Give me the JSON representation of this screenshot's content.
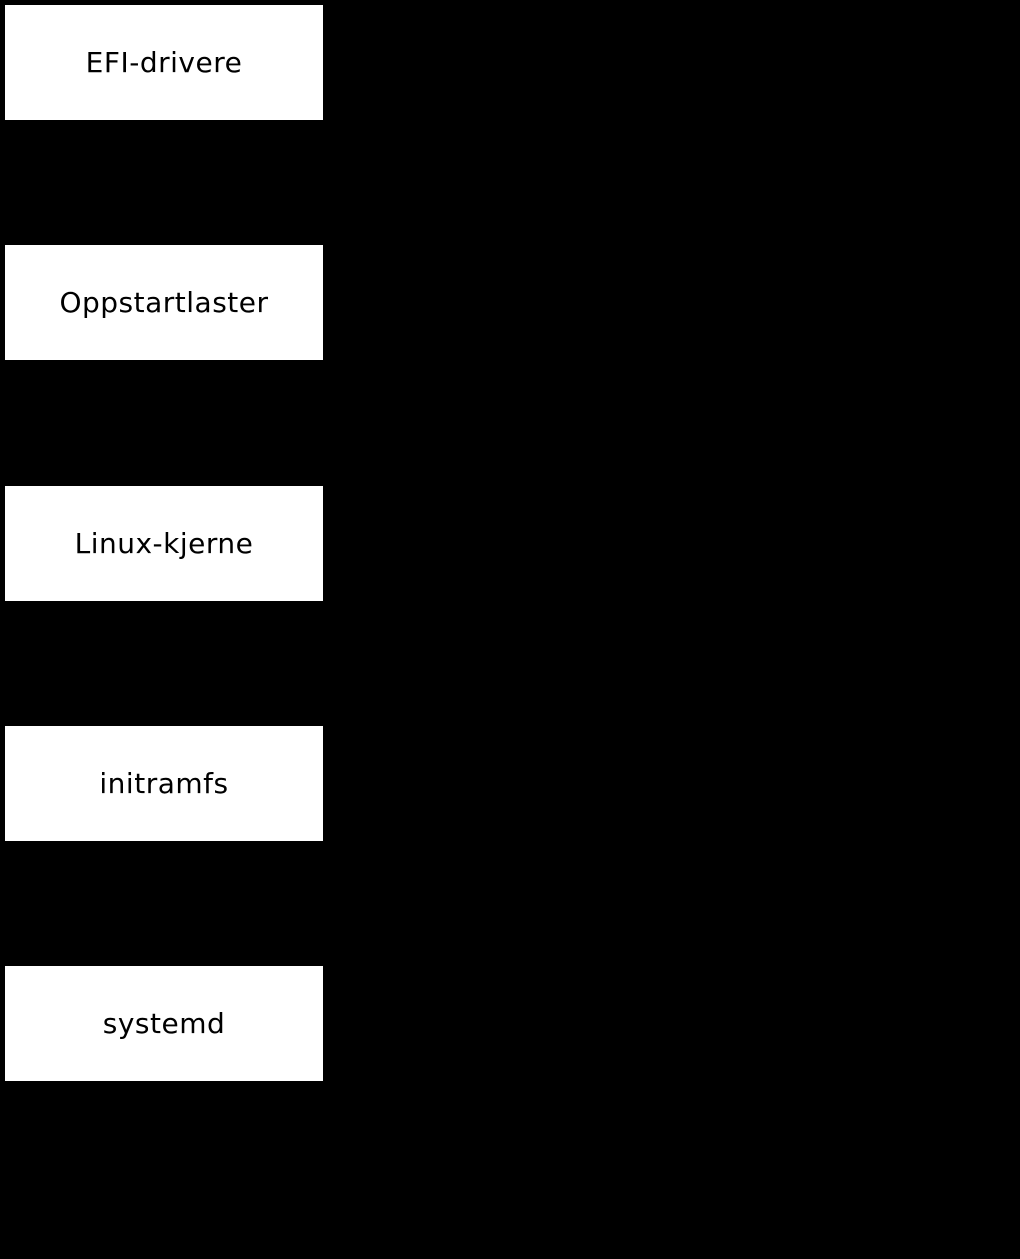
{
  "diagram": {
    "description": "Linux boot process flow diagram on black background",
    "background_color": "#000000",
    "node_fill_color": "#ffffff",
    "node_text_color": "#000000",
    "nodes": [
      {
        "label": "EFI-drivere"
      },
      {
        "label": "Oppstartlaster"
      },
      {
        "label": "Linux-kjerne"
      },
      {
        "label": "initramfs"
      },
      {
        "label": "systemd"
      }
    ]
  }
}
